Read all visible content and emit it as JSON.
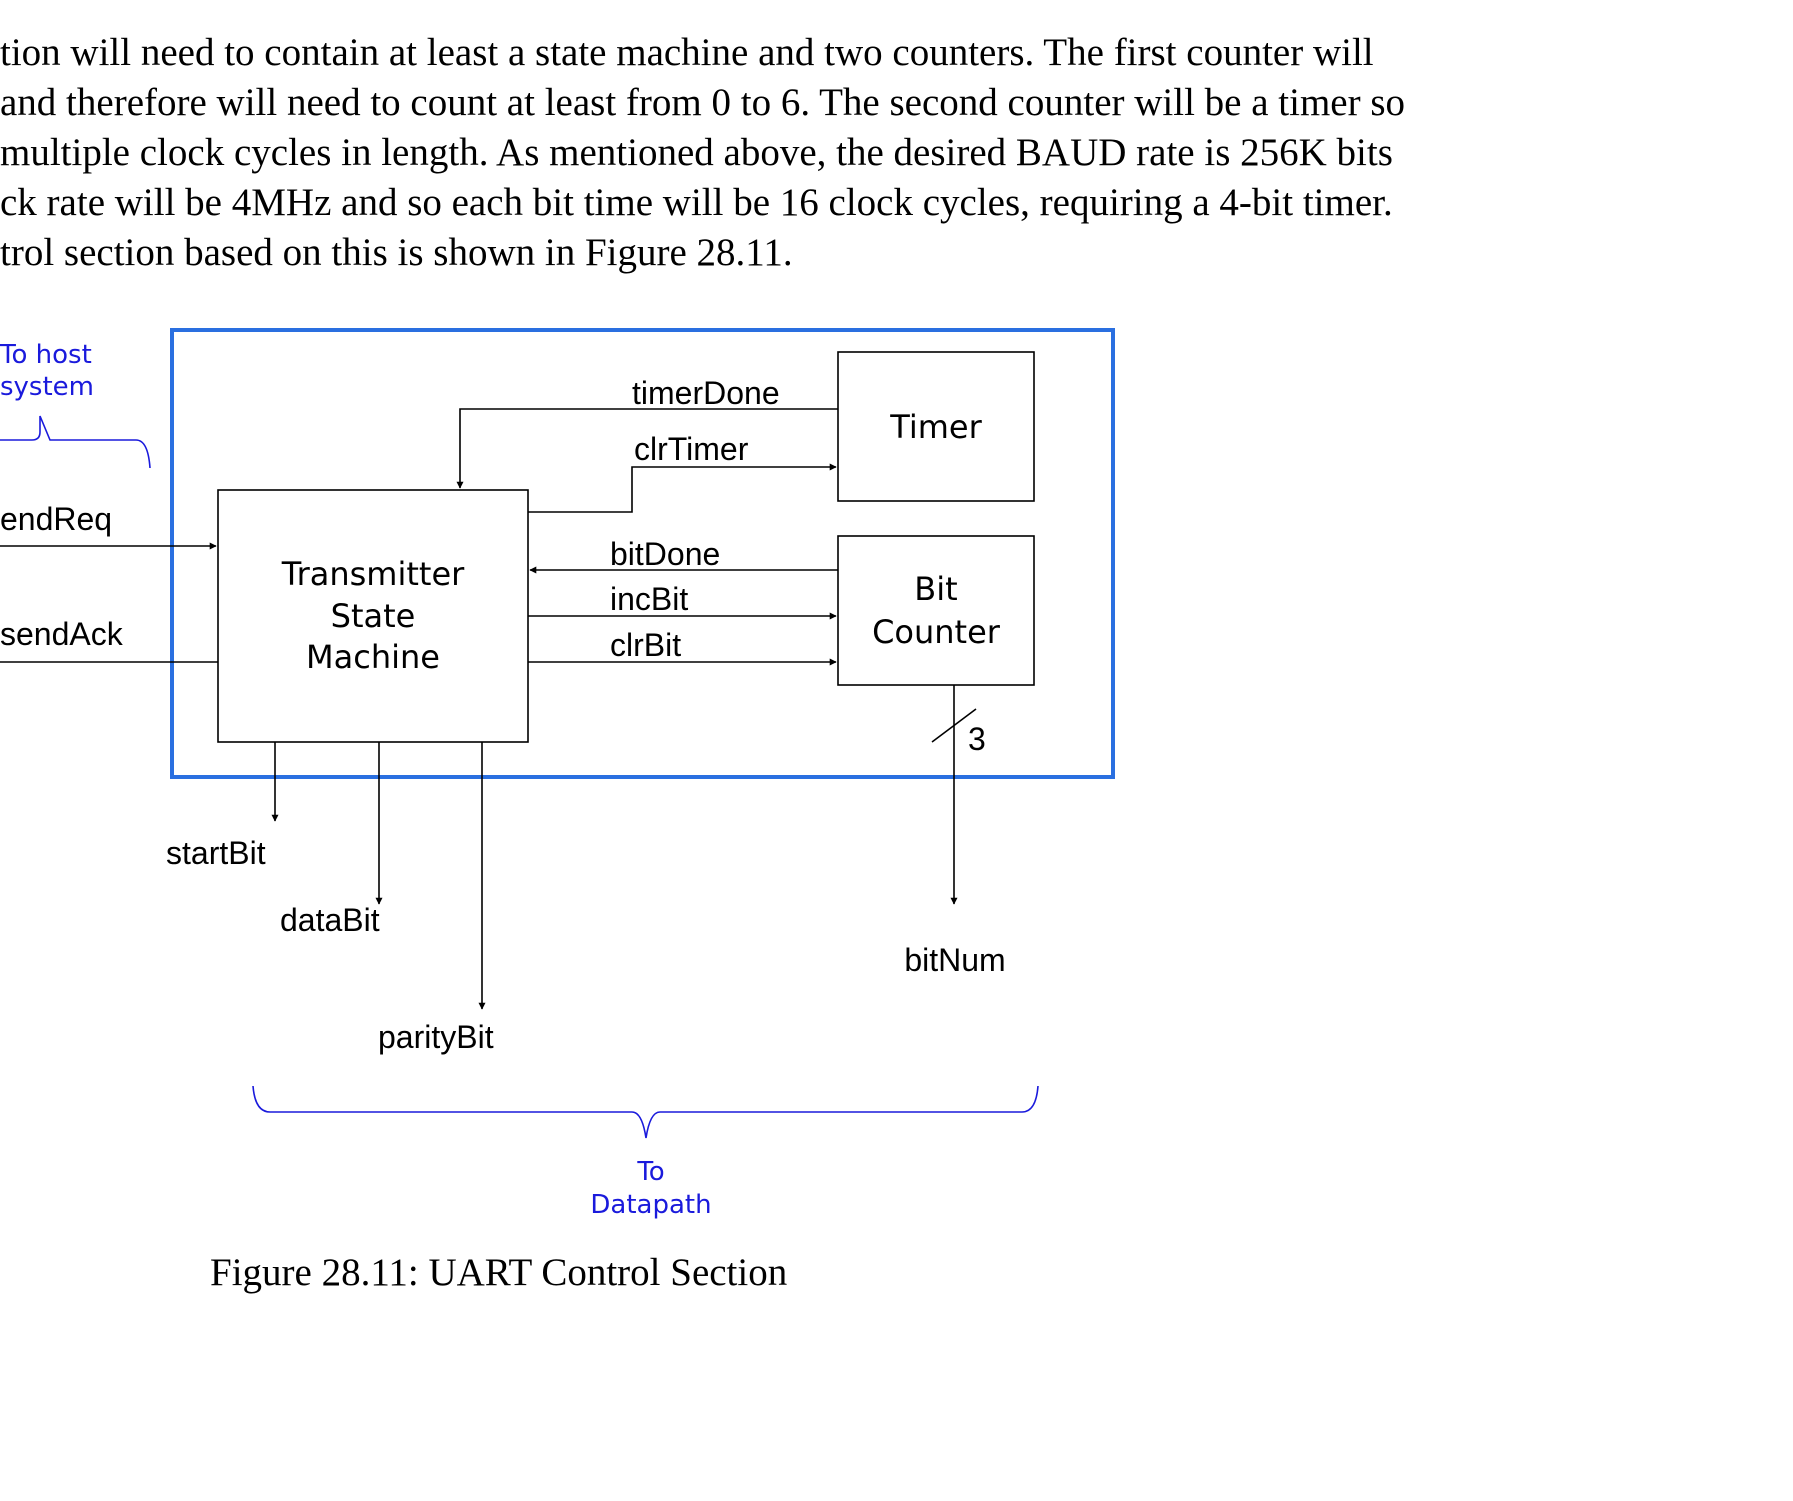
{
  "paragraph": {
    "lines": [
      "tion will need to contain at least a state machine and two counters.  The first counter will",
      "and therefore will need to count at least from 0 to 6. The second counter will be a timer so",
      "multiple clock cycles in length.  As mentioned above, the desired BAUD rate is 256K bits",
      "ck rate will be 4MHz and so each bit time will be 16 clock cycles, requiring a 4-bit timer.",
      "trol section based on this is shown in Figure 28.11."
    ]
  },
  "figure": {
    "blocks": {
      "state_machine": [
        "Transmitter",
        "State",
        "Machine"
      ],
      "timer": "Timer",
      "bit_counter": [
        "Bit",
        "Counter"
      ]
    },
    "signals": {
      "timerDone": "timerDone",
      "clrTimer": "clrTimer",
      "bitDone": "bitDone",
      "incBit": "incBit",
      "clrBit": "clrBit",
      "sendReq": "endReq",
      "sendAck": "sendAck",
      "startBit": "startBit",
      "dataBit": "dataBit",
      "parityBit": "parityBit",
      "bitNum": "bitNum",
      "bus_width": "3"
    },
    "annotations": {
      "host": [
        "To host",
        "system"
      ],
      "datapath": [
        "To",
        "Datapath"
      ]
    },
    "colors": {
      "boundary": "#2a6fe0",
      "annotation": "#1a1adc"
    }
  },
  "caption": "Figure 28.11: UART Control Section"
}
